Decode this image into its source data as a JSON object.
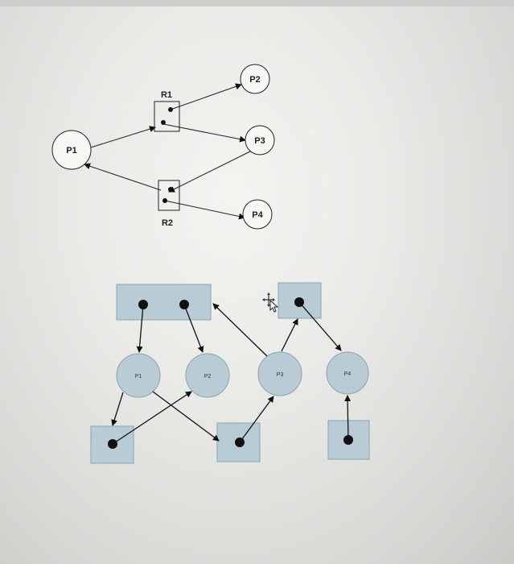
{
  "top_diagram": {
    "processes": [
      "P1",
      "P2",
      "P3",
      "P4"
    ],
    "resources": [
      {
        "name": "R1",
        "instances": 2
      },
      {
        "name": "R2",
        "instances": 2
      }
    ],
    "edges": [
      {
        "from": "P1",
        "to": "R1"
      },
      {
        "from": "R1",
        "to": "P2"
      },
      {
        "from": "R1",
        "to": "P3"
      },
      {
        "from": "P3",
        "to": "R2"
      },
      {
        "from": "R2",
        "to": "P1"
      },
      {
        "from": "R2",
        "to": "P4"
      }
    ]
  },
  "bottom_diagram": {
    "processes": [
      "P1",
      "P2",
      "P3",
      "P4"
    ],
    "colors": {
      "fill": "#b9ccd6",
      "stroke": "#8aa3b0",
      "edge": "#111111"
    }
  }
}
